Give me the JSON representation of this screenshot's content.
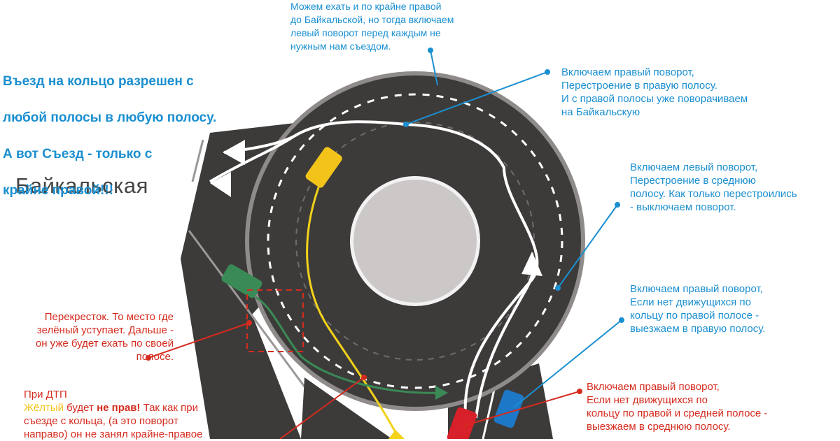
{
  "street_name": "Байкальская",
  "main_rule": [
    "Въезд на кольцо разрешен с",
    "любой полосы в любую полосу.",
    "А вот Съезд - только с",
    "крайне правой!!!"
  ],
  "notes": {
    "top": "Можем ехать и по крайне правой\nдо Байкальской, но тогда включаем\nлевый поворот перед каждым не\nнужным нам съездом.",
    "right_top": "Включаем правый поворот,\nПерестроение в правую полосу.\nИ с правой полосы уже поворачиваем\nна Байкальскую",
    "right_mid": "Включаем левый поворот,\nПерестроение в среднюю\n полосу. Как только перестроились\n- выключаем поворот.",
    "right_low": "Включаем правый поворот,\nЕсли нет движущихся по\nкольцу по правой полосе -\nвыезжаем в правую полосу.",
    "right_bottom": "Включаем правый поворот,\nЕсли нет движущихся по\nкольцу по правой и средней полосе -\nвыезжаем в среднюю полосу.",
    "left_crossing": "Перекресток. То место где\nзелёный уступает. Дальше -\nон уже будет ехать по своей\nполосе.",
    "dtp_title": "При ДТП",
    "dtp_yellow": "Жёлтый",
    "dtp_will_be": " будет ",
    "dtp_not_right": "не прав!",
    "dtp_rest1": " Так как при",
    "dtp_rest2": "съезде с кольца, (а это поворот",
    "dtp_rest3": "направо) он не занял крайне-правое"
  },
  "colors": {
    "road": "#3d3b3a",
    "ring_outer": "#7d7978",
    "center_island": "#cbc8c7",
    "text_blue": "#1a8fd0",
    "text_red": "#d52b1e",
    "car_yellow": "#f2c41a",
    "car_green": "#3a8a55",
    "car_red": "#d8202a",
    "car_blue": "#1d78c8"
  }
}
